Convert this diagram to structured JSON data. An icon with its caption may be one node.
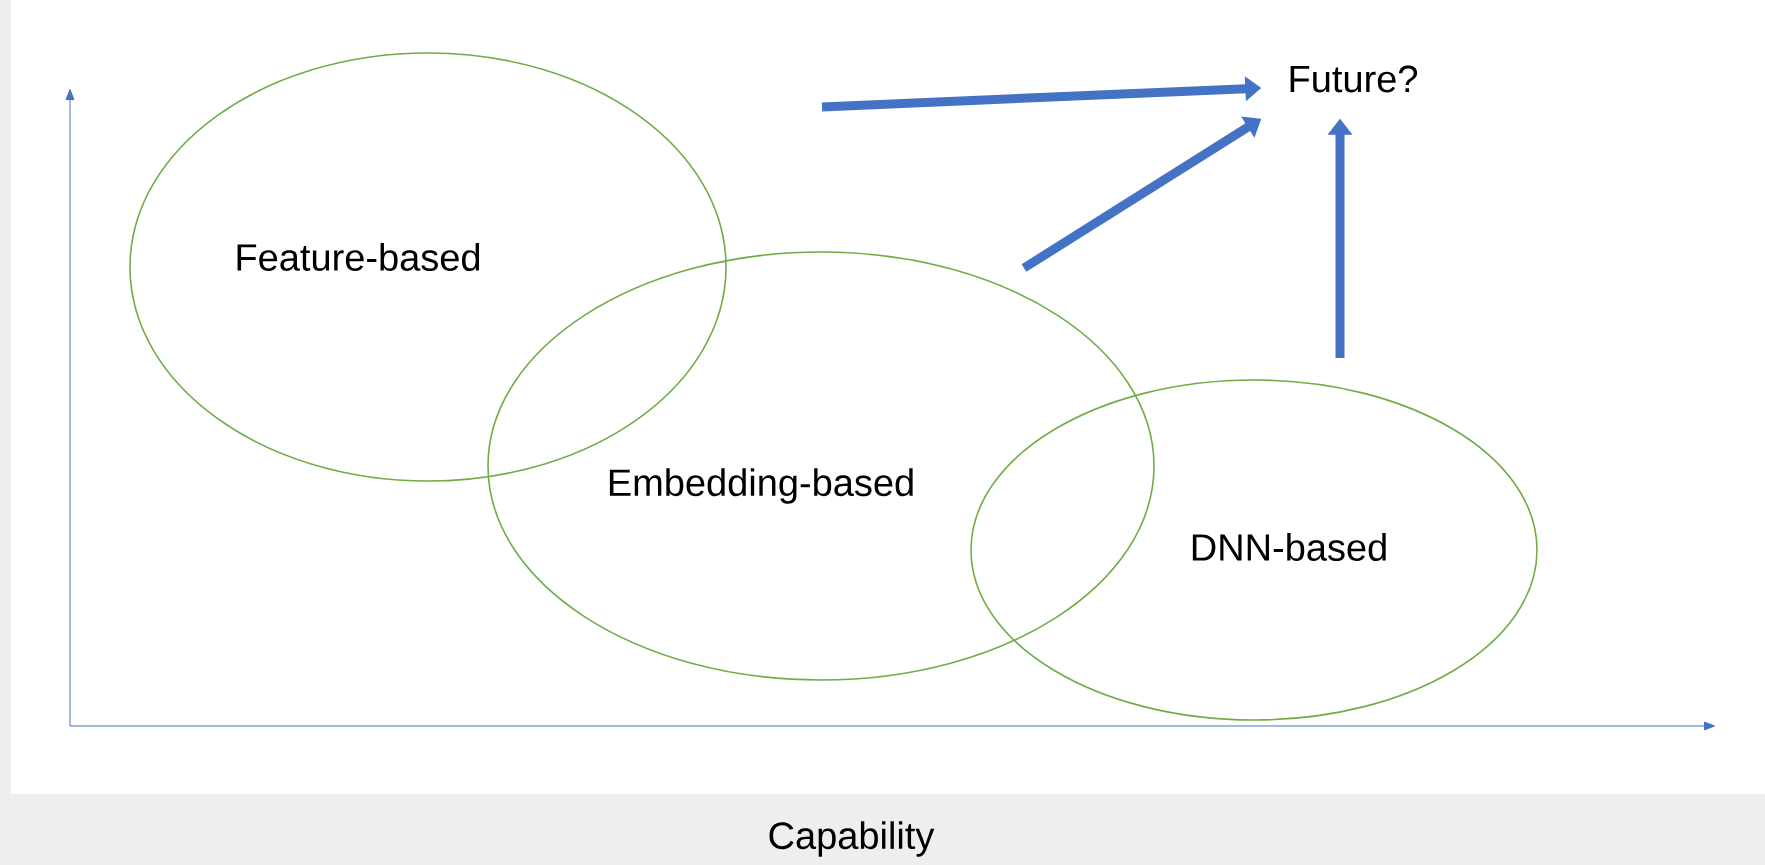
{
  "diagram": {
    "nodes": [
      {
        "text": [
          "Feature-based"
        ]
      },
      {
        "text": [
          "Embedding-based"
        ]
      },
      {
        "text": [
          "DNN-based"
        ]
      },
      {
        "text": [
          "Future?"
        ]
      }
    ],
    "edges": [
      {
        "from": null,
        "to": 3,
        "arrow": "to"
      },
      {
        "from": 1,
        "to": 3,
        "arrow": "to"
      },
      {
        "from": 2,
        "to": 3,
        "arrow": "to"
      }
    ],
    "labels": [
      "Capability"
    ]
  }
}
